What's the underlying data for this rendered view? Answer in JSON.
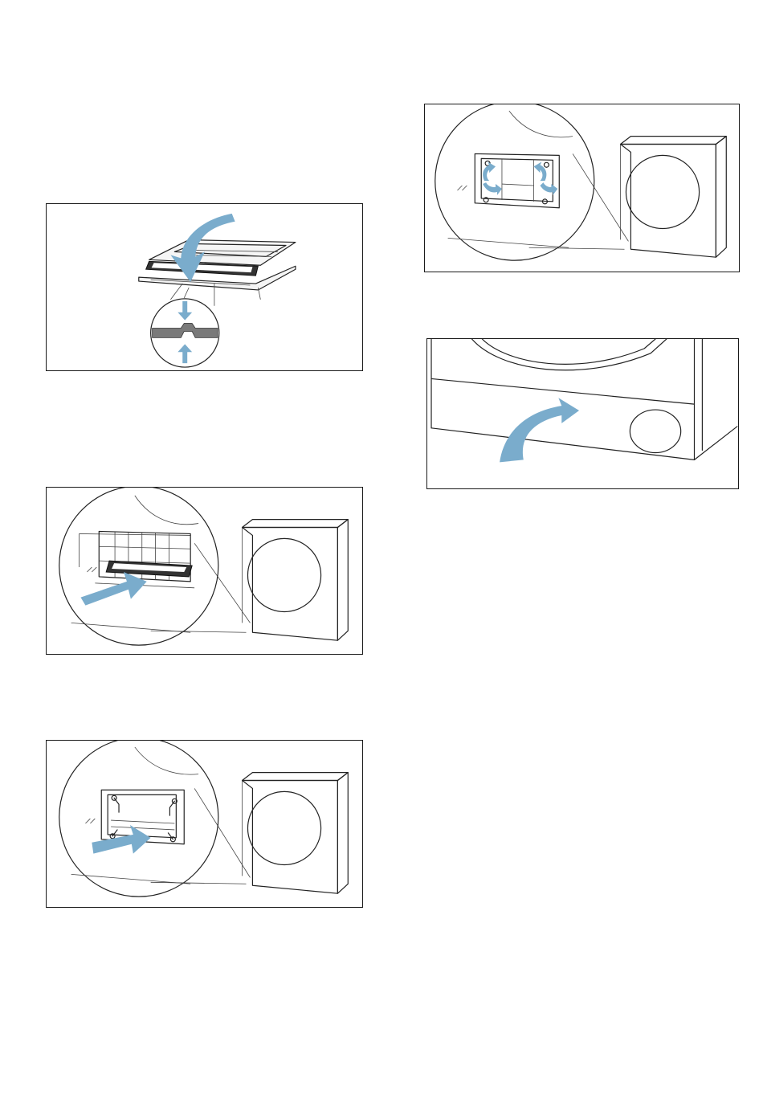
{
  "page": {
    "background": "#ffffff",
    "frame_color": "#1a1a1a",
    "arrow_color": "#7aaccc"
  },
  "illustrations": [
    {
      "id": "fig-filter-clip",
      "icon": "filter-insert-clip-illustration"
    },
    {
      "id": "fig-insert-filter",
      "icon": "filter-push-into-dryer-illustration"
    },
    {
      "id": "fig-insert-frame",
      "icon": "frame-push-into-dryer-illustration"
    },
    {
      "id": "fig-lock-levers",
      "icon": "lever-lock-illustration"
    },
    {
      "id": "fig-close-flap",
      "icon": "close-maintenance-flap-illustration"
    }
  ]
}
